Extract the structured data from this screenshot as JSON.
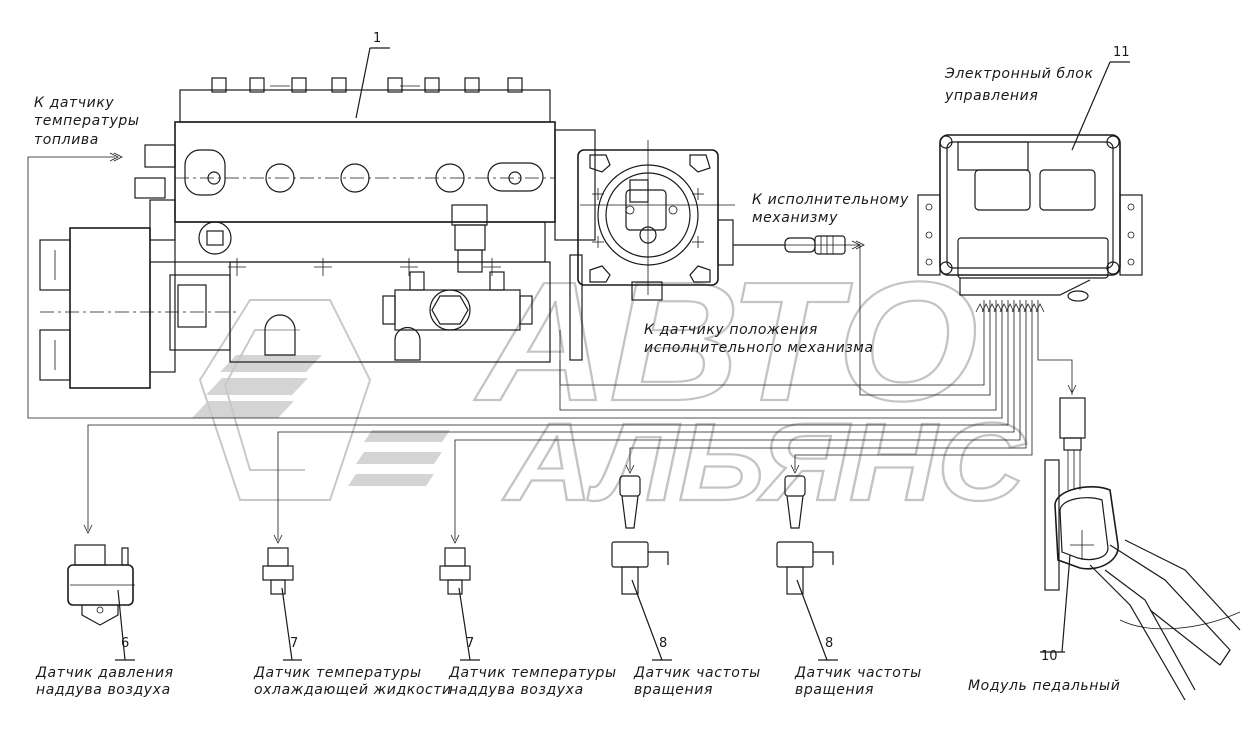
{
  "callouts": {
    "n1": "1",
    "n6": "6",
    "n7a": "7",
    "n7b": "7",
    "n8a": "8",
    "n8b": "8",
    "n10": "10",
    "n11": "11"
  },
  "labels": {
    "fuel_temp_line1": "К  датчику",
    "fuel_temp_line2": "температуры",
    "fuel_temp_line3": "топлива",
    "ecu_line1": "Электронный  блок",
    "ecu_line2": "управления",
    "actuator_line1": "К  исполнительному",
    "actuator_line2": "механизму",
    "actuator_pos_line1": "К  датчику  положения",
    "actuator_pos_line2": "исполнительного  механизма",
    "boost_pressure_line1": "Датчик  давления",
    "boost_pressure_line2": "наддува  воздуха",
    "coolant_temp_line1": "Датчик  температуры",
    "coolant_temp_line2": "охлаждающей  жидкости",
    "boost_temp_line1": "Датчик  температуры",
    "boost_temp_line2": "наддува  воздуха",
    "speed1_line1": "Датчик  частоты",
    "speed1_line2": "вращения",
    "speed2_line1": "Датчик  частоты",
    "speed2_line2": "вращения",
    "pedal_module": "Модуль  педальный"
  },
  "watermark": {
    "line1": "АВТО",
    "line2": "АЛЬЯНС"
  }
}
